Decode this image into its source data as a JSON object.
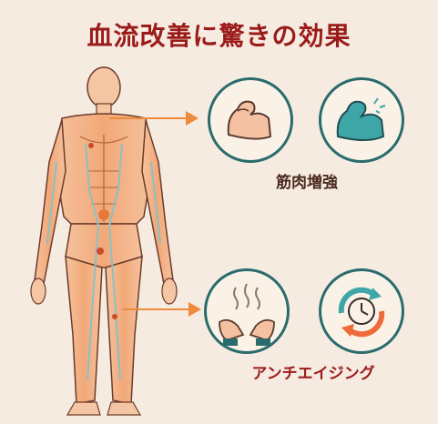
{
  "title": "血流改善に驚きの効果",
  "benefits": [
    {
      "label": "筋肉増強",
      "icons": [
        "flexed-arm-icon",
        "strong-arm-icon"
      ]
    },
    {
      "label": "アンチエイジング",
      "icons": [
        "hands-steam-icon",
        "clock-refresh-icon"
      ]
    }
  ],
  "colors": {
    "title": "#9b1b1b",
    "accent": "#ef8a3c",
    "teal": "#2a6b6d",
    "skin": "#f2b58f",
    "background": "#f6ebe0"
  }
}
